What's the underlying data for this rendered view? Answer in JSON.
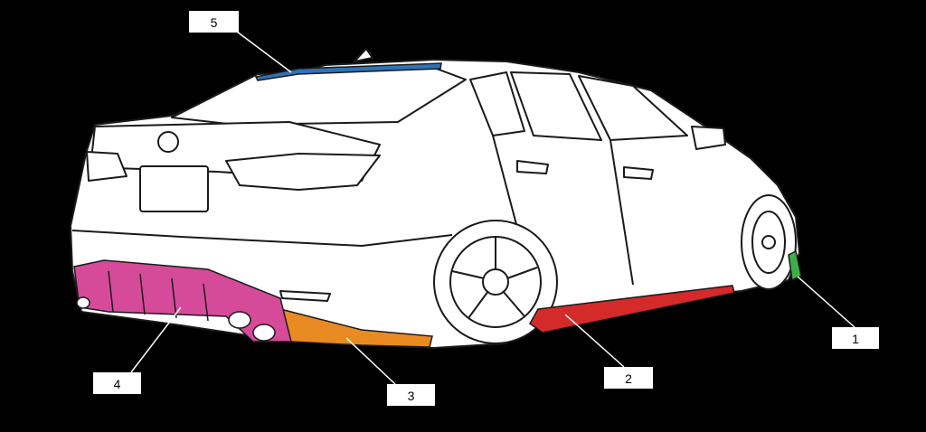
{
  "callouts": [
    {
      "id": "1",
      "label": "1",
      "part": "front-canard"
    },
    {
      "id": "2",
      "label": "2",
      "part": "side-skirt"
    },
    {
      "id": "3",
      "label": "3",
      "part": "rear-side-extension"
    },
    {
      "id": "4",
      "label": "4",
      "part": "rear-diffuser"
    },
    {
      "id": "5",
      "label": "5",
      "part": "roof-spoiler"
    }
  ],
  "colors": {
    "background": "#000000",
    "car_outline": "#1a1a1a",
    "car_body": "#ffffff",
    "part_1": "#3fae49",
    "part_2": "#d42a2a",
    "part_3": "#e98a22",
    "part_4": "#d64a9a",
    "part_5": "#2d73b8",
    "leader_line": "#ffffff"
  }
}
